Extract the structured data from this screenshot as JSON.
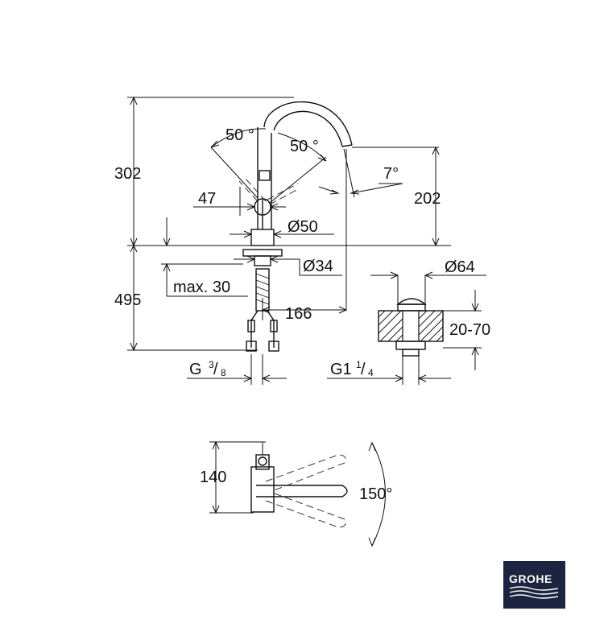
{
  "dimensions": {
    "height_total": "302",
    "handle_angle_left": "50",
    "handle_angle_right": "50",
    "degree_symbol": "°",
    "spout_angle": "7°",
    "handle_offset": "47",
    "spout_height": "202",
    "base_diameter": "Ø50",
    "shank_diameter": "Ø34",
    "max_thickness": "max. 30",
    "below_deck": "495",
    "reach": "166",
    "connection_left_prefix": "G",
    "connection_left_num": "3",
    "connection_left_den": "8",
    "waste_diameter": "Ø64",
    "waste_range": "20-70",
    "connection_right_prefix": "G1",
    "connection_right_num": "1",
    "connection_right_den": "4",
    "depth": "140",
    "swivel_angle": "150°"
  },
  "logo": {
    "brand": "GROHE",
    "background": "#1c2540",
    "foreground": "#ffffff"
  }
}
